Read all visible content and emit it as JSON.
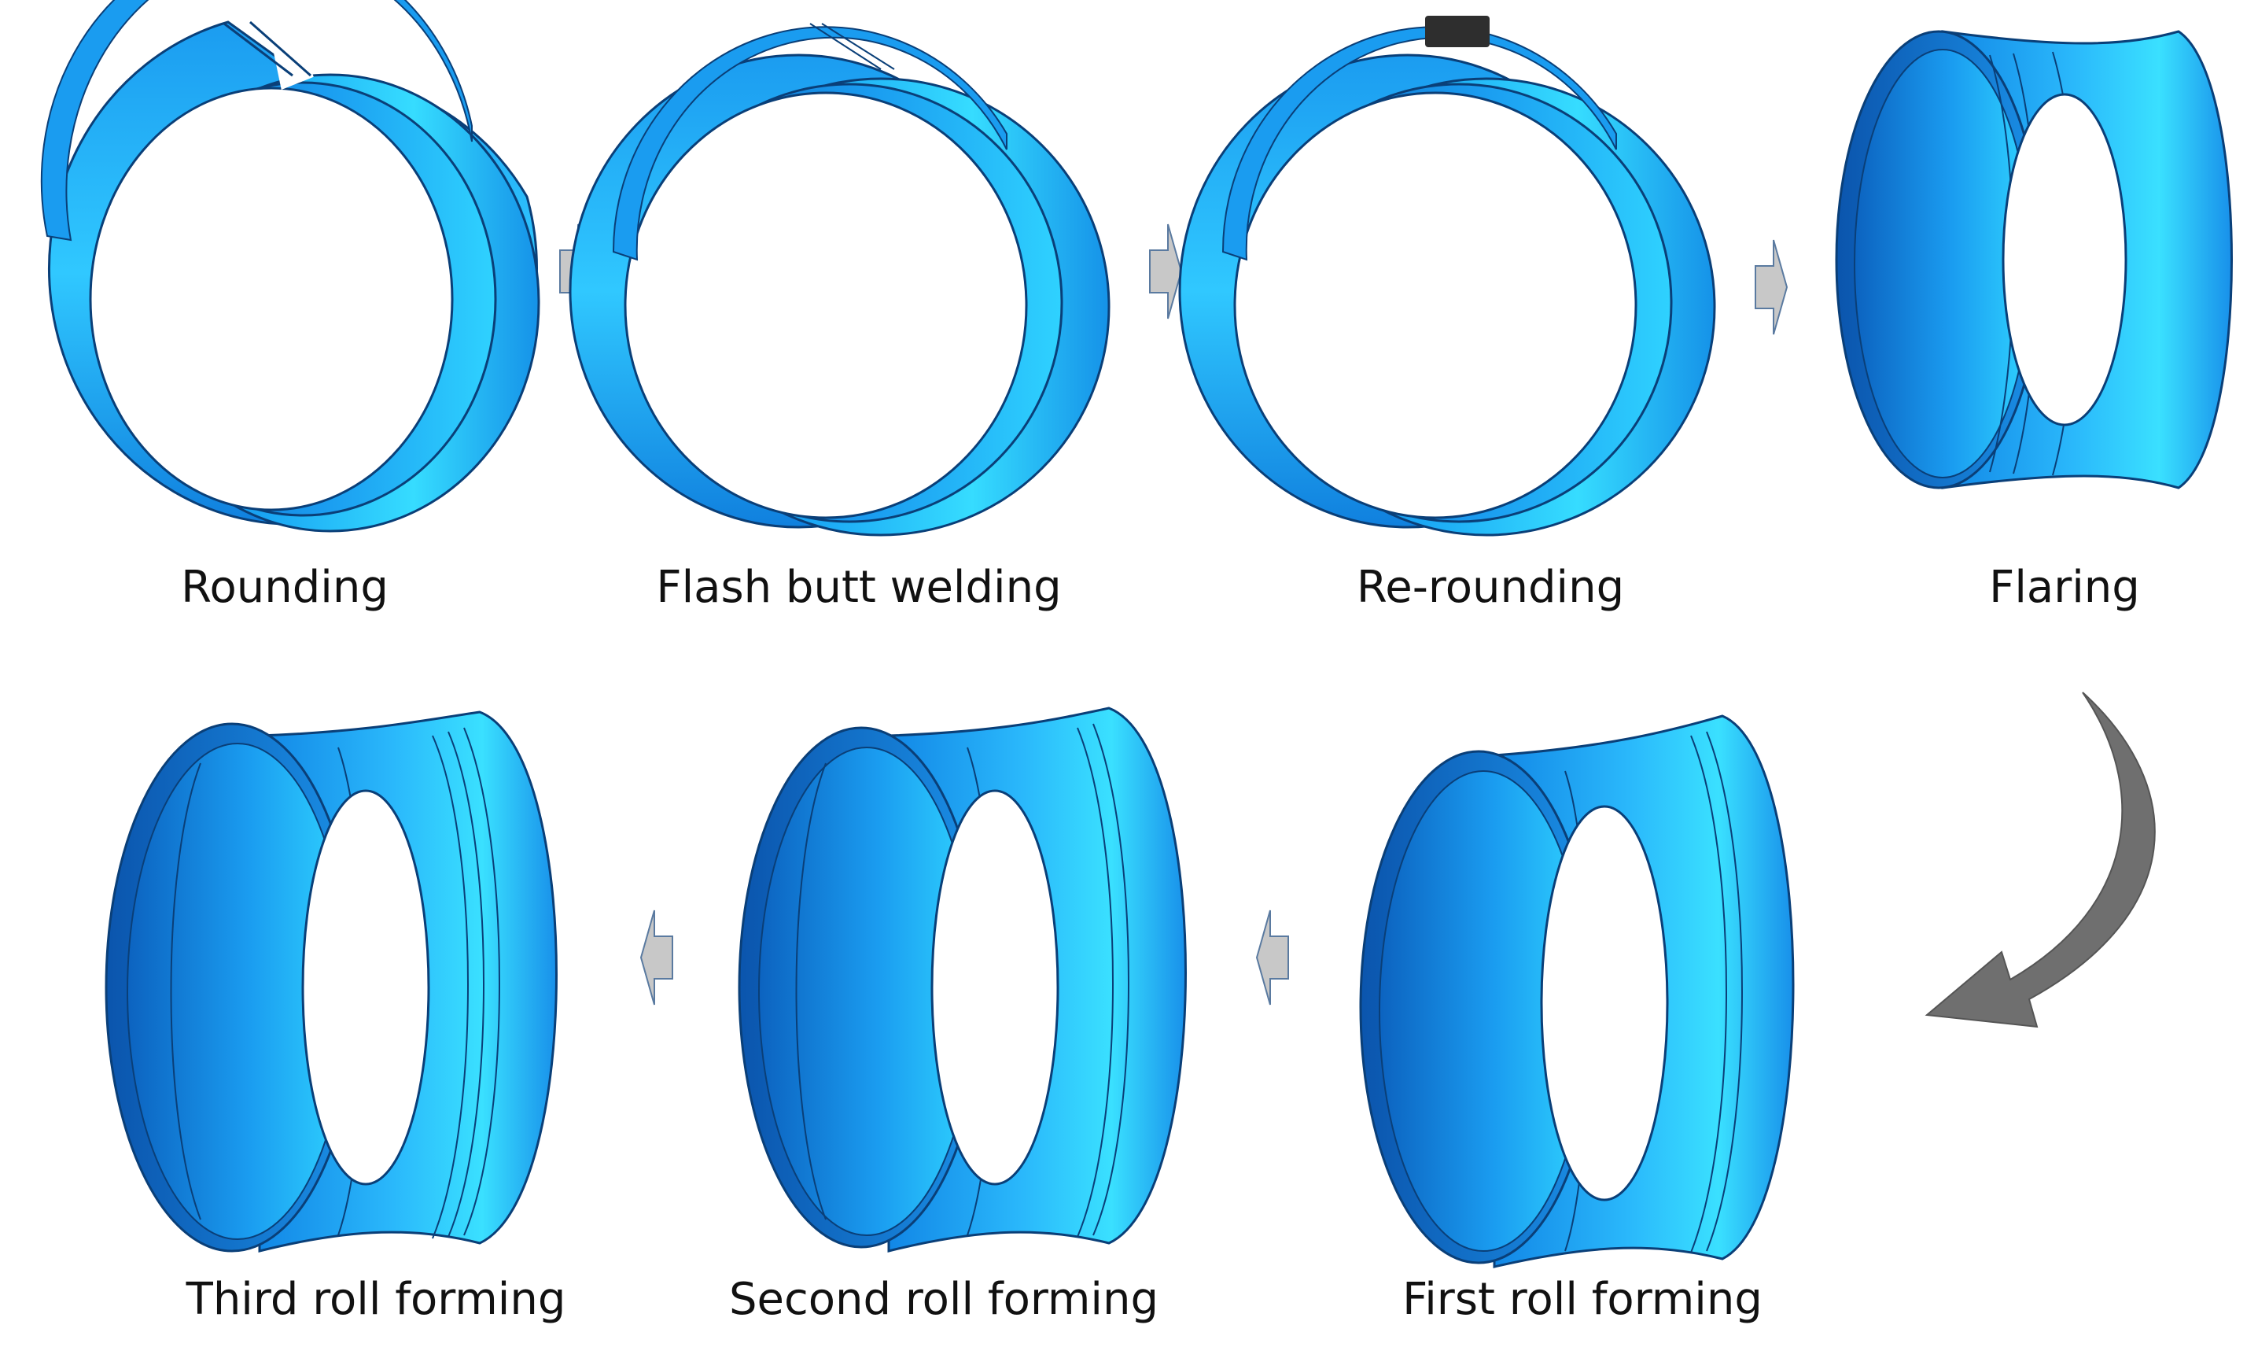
{
  "colors": {
    "part_light": "#36dcff",
    "part_mid": "#1aa6f4",
    "part_dark": "#0d6fd0",
    "edge": "#0a3f78",
    "arrow_fill": "#c8c8c8",
    "arrow_stroke": "#5a7aa0",
    "curved_arrow": "#6f6f6f",
    "electrode": "#2e2e2e",
    "text": "#111111"
  },
  "steps": {
    "rounding": {
      "label": "Rounding"
    },
    "flash_butt_welding": {
      "label": "Flash butt welding"
    },
    "re_rounding": {
      "label": "Re-rounding"
    },
    "flaring": {
      "label": "Flaring"
    },
    "first_roll_forming": {
      "label": "First roll forming"
    },
    "second_roll_forming": {
      "label": "Second roll forming"
    },
    "third_roll_forming": {
      "label": "Third roll forming"
    }
  },
  "flow_arrows": {
    "arrow_1": {
      "direction": "right"
    },
    "arrow_2": {
      "direction": "right"
    },
    "arrow_3": {
      "direction": "right"
    },
    "curved_arrow": {
      "direction": "down-left"
    },
    "arrow_4": {
      "direction": "left"
    },
    "arrow_5": {
      "direction": "left"
    }
  }
}
